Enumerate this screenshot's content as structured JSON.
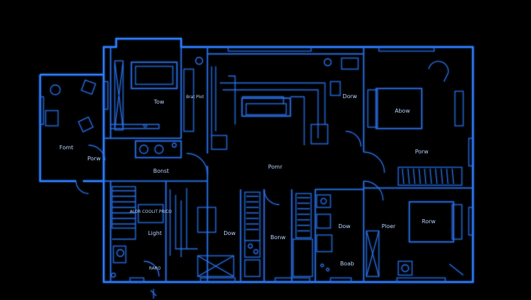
{
  "labels": {
    "top_room": "Tow",
    "small_note": "Brat Plot",
    "left_room": "Fomt",
    "lower_left": "Porw",
    "bath_mid": "Bonst",
    "center": "Pomr",
    "right_upper_top": "Dorw",
    "bedroom_right": "Abow",
    "right_mid": "Porw",
    "stairs_note": "ALOR COOLIT PRICO",
    "light": "Light",
    "dow_mid": "Dow",
    "bonw": "Bonw",
    "dow_right": "Dow",
    "boab": "Boab",
    "ploer": "Ploer",
    "rorw": "Rorw",
    "raro": "RARO"
  },
  "colors": {
    "background": "#000000",
    "line": "#2f7dff",
    "label": "#b9d3ff"
  }
}
